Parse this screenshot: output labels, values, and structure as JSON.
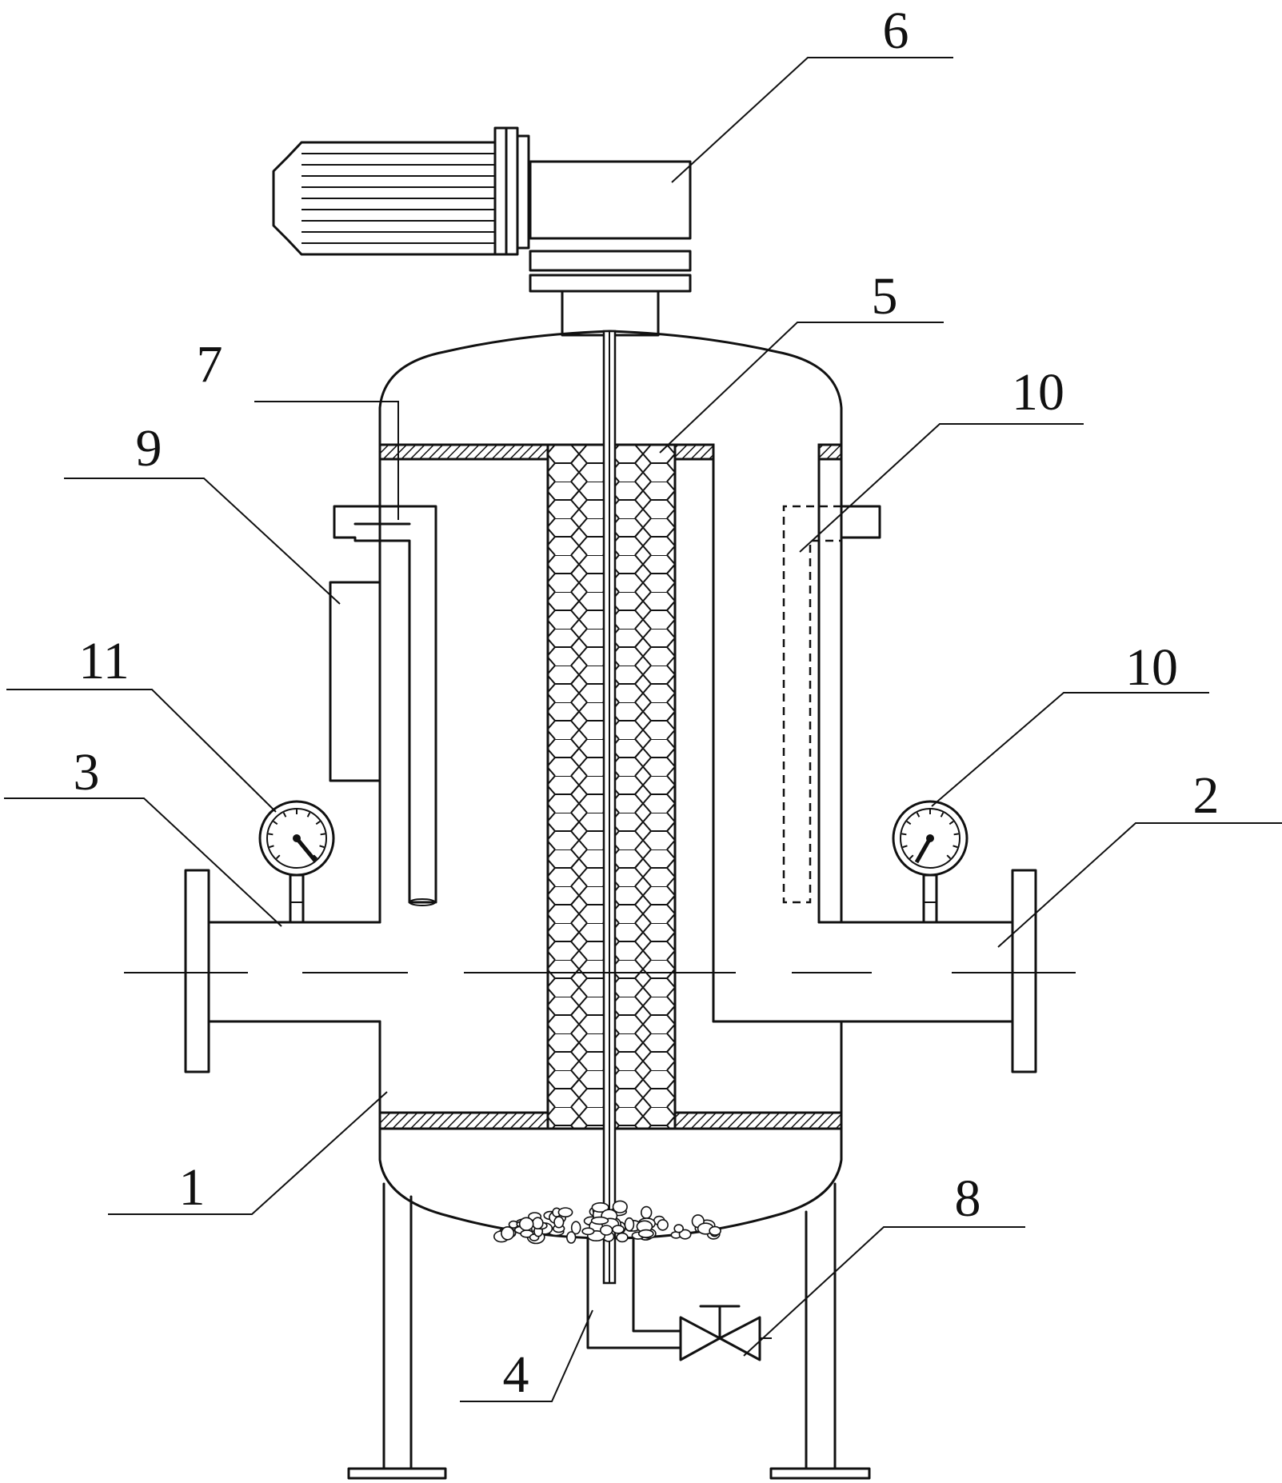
{
  "callouts": [
    {
      "id": "label-1",
      "text": "1"
    },
    {
      "id": "label-2",
      "text": "2"
    },
    {
      "id": "label-3",
      "text": "3"
    },
    {
      "id": "label-4",
      "text": "4"
    },
    {
      "id": "label-5",
      "text": "5"
    },
    {
      "id": "label-6",
      "text": "6"
    },
    {
      "id": "label-7",
      "text": "7"
    },
    {
      "id": "label-8",
      "text": "8"
    },
    {
      "id": "label-9",
      "text": "9"
    },
    {
      "id": "label-10a",
      "text": "10"
    },
    {
      "id": "label-10b",
      "text": "10"
    },
    {
      "id": "label-11",
      "text": "11"
    }
  ],
  "colors": {
    "ink": "#111111",
    "background": "#ffffff"
  }
}
